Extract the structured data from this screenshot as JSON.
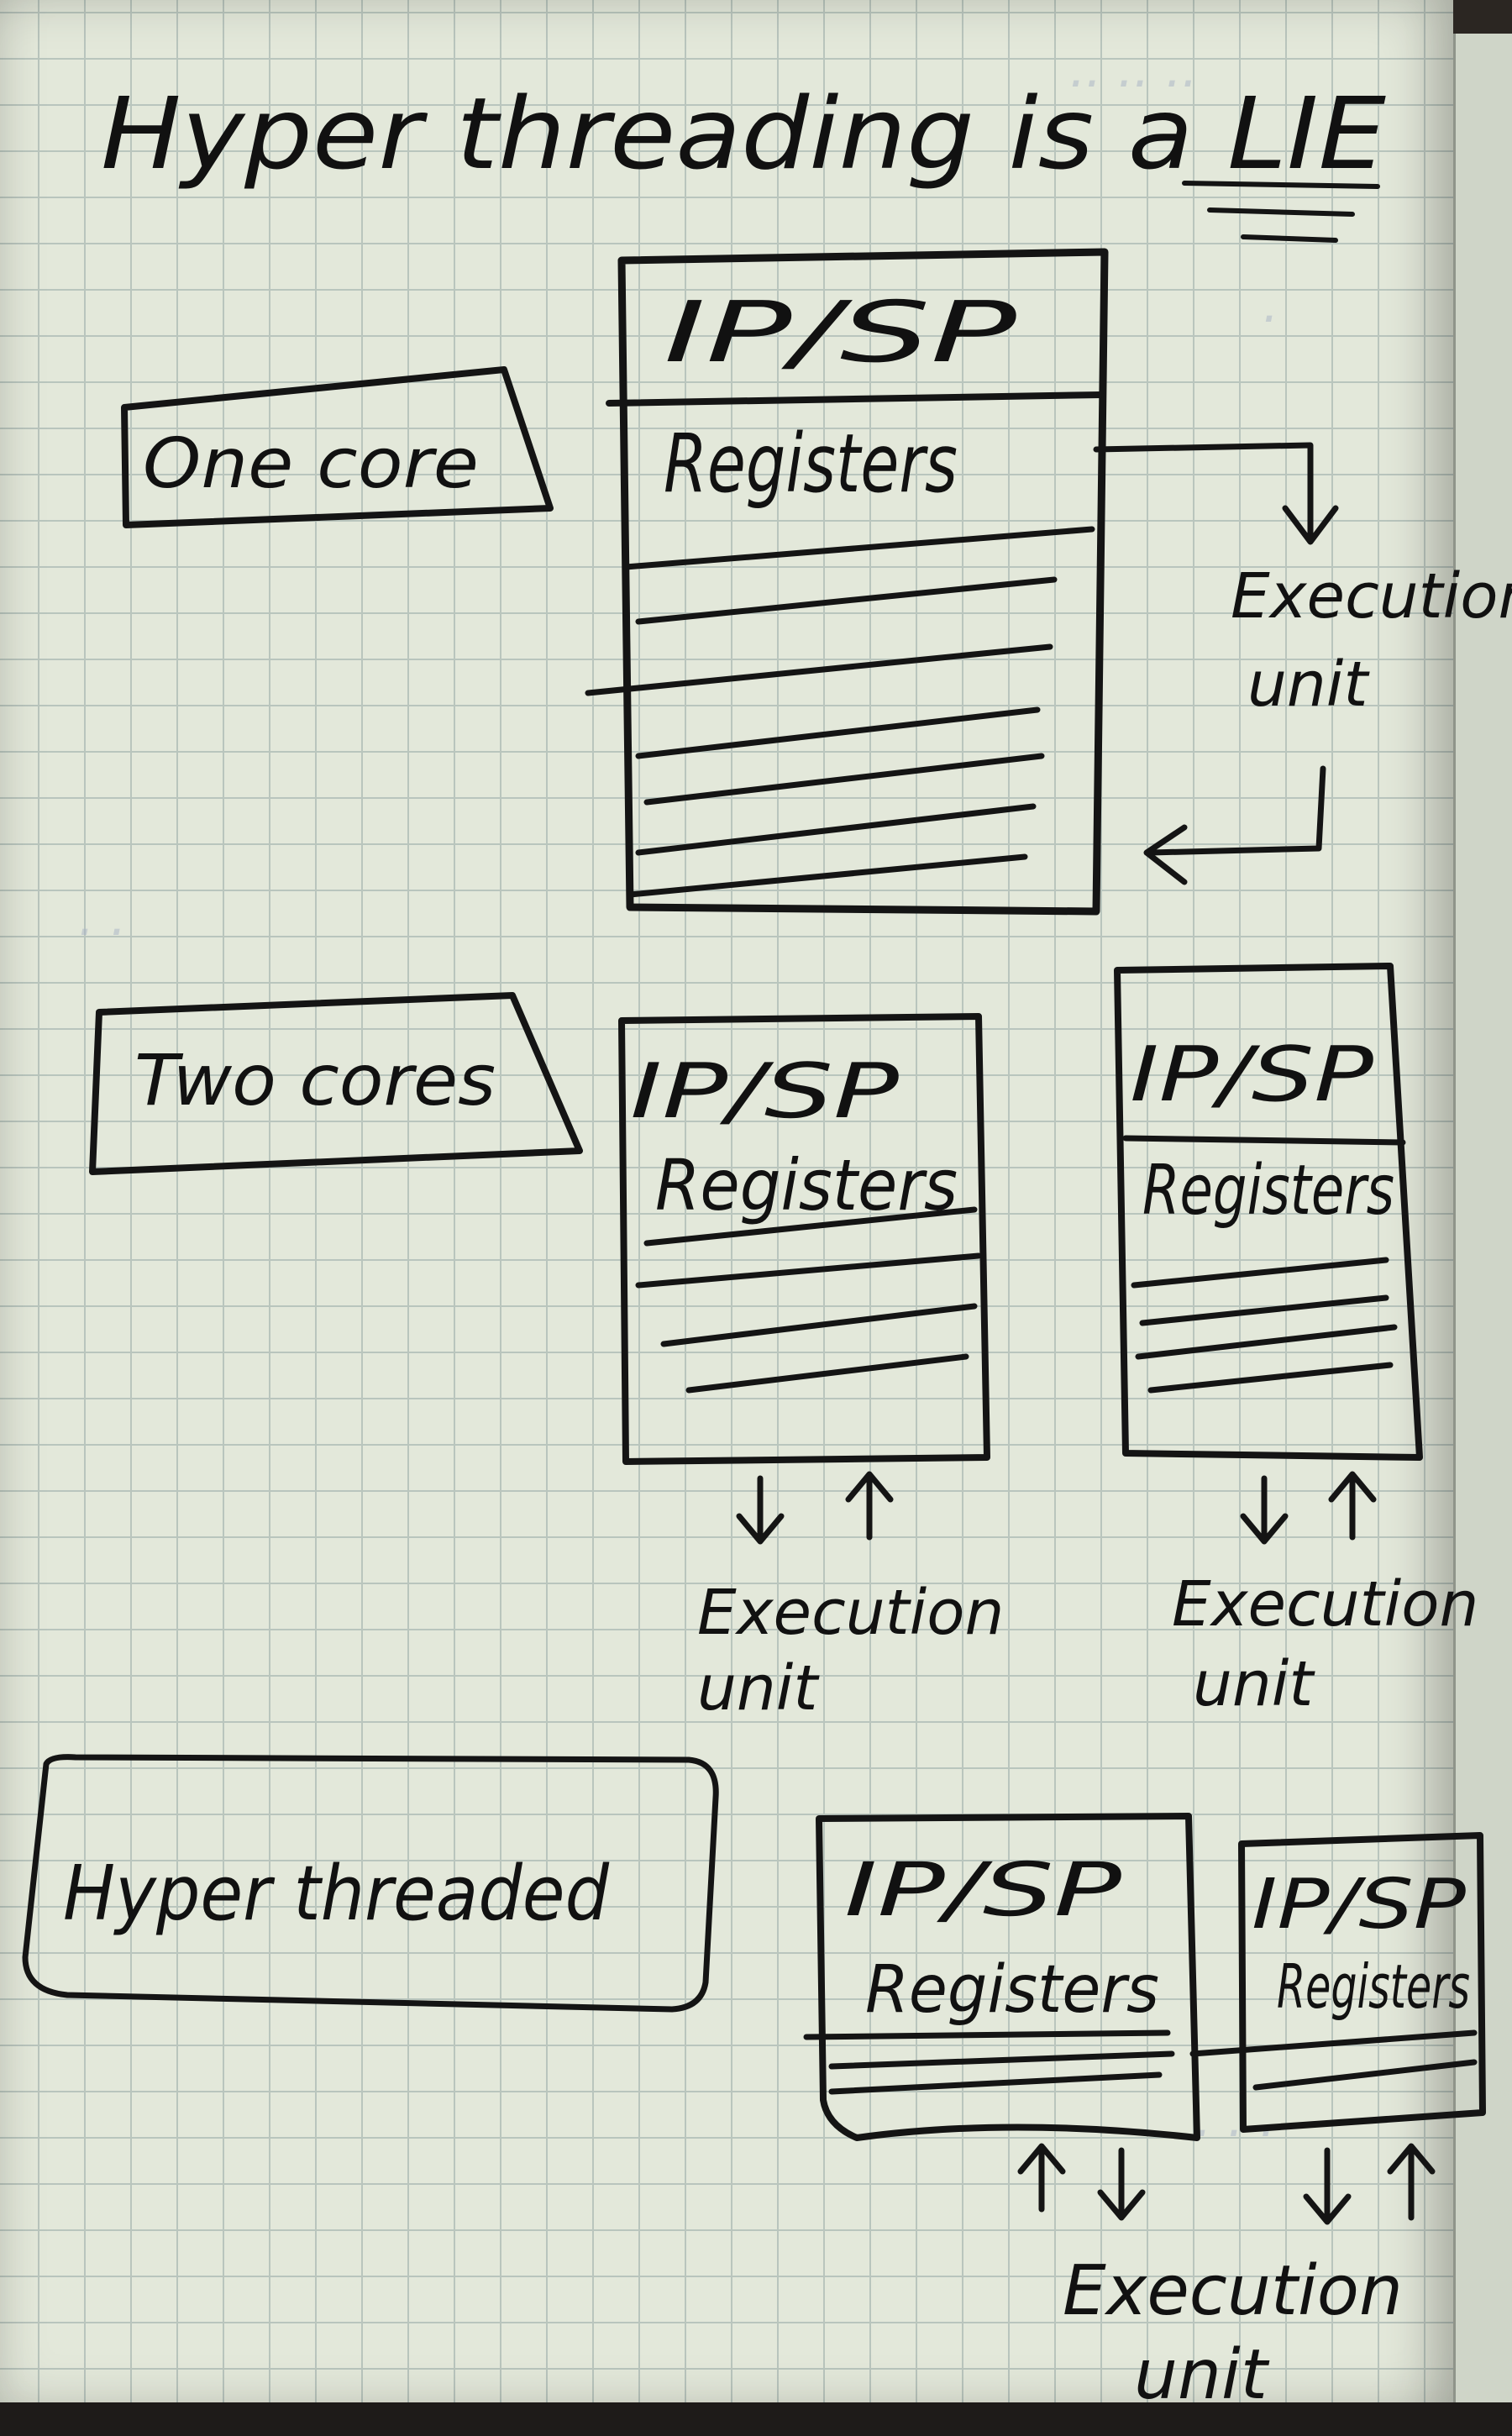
{
  "title": "Hyper threading is a LIE",
  "sections": {
    "one_core": {
      "label": "One core",
      "core": {
        "header": "IP/SP",
        "body": "Registers"
      },
      "execution_unit": "Execution unit"
    },
    "two_cores": {
      "label": "Two cores",
      "cores": [
        {
          "header": "IP/SP",
          "body": "Registers",
          "execution_unit": "Execution unit"
        },
        {
          "header": "IP/SP",
          "body": "Registers",
          "execution_unit": "Execution unit"
        }
      ]
    },
    "hyperthreaded": {
      "label": "Hyper threaded",
      "cores": [
        {
          "header": "IP/SP",
          "body": "Registers"
        },
        {
          "header": "IP/SP",
          "body": "Registers"
        }
      ],
      "execution_unit": "Execution unit"
    }
  },
  "colors": {
    "paper": "#e3e8da",
    "grid": "#b9c5bd",
    "ink": "#141414"
  }
}
